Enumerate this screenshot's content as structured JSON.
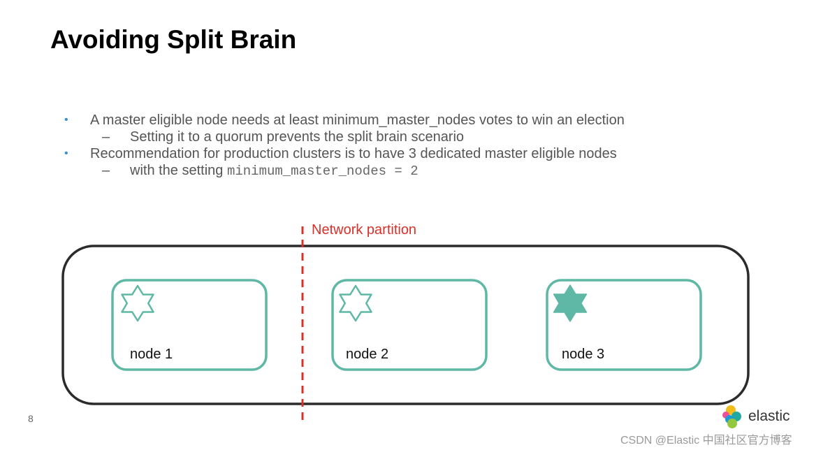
{
  "slide": {
    "title": "Avoiding Split Brain",
    "bullets": [
      {
        "marker": "•",
        "text": "A master eligible node needs at least minimum_master_nodes votes to win an election",
        "sub": [
          {
            "marker": "–",
            "text": "Setting it to a quorum prevents the split brain scenario"
          }
        ]
      },
      {
        "marker": "•",
        "text": "Recommendation for production clusters is to have 3 dedicated master eligible nodes",
        "sub": [
          {
            "marker": "–",
            "text": "with the setting ",
            "code": "minimum_master_nodes = 2"
          }
        ]
      }
    ],
    "diagram": {
      "partition_label": "Network partition",
      "nodes": [
        {
          "label": "node 1",
          "icon": "star-outline-icon"
        },
        {
          "label": "node 2",
          "icon": "star-outline-icon"
        },
        {
          "label": "node 3",
          "icon": "star-filled-icon"
        }
      ]
    },
    "page_number": "8",
    "logo_text": "elastic",
    "watermark": "CSDN @Elastic 中国社区官方博客",
    "colors": {
      "node_border": "#5fb8a6",
      "partition": "#d8312a",
      "cluster_border": "#2b2b2b",
      "bullet": "#3a8fd0"
    }
  }
}
